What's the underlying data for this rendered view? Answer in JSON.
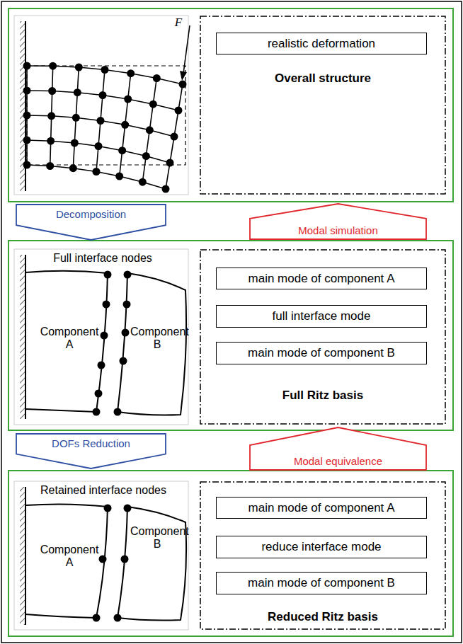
{
  "diagram": {
    "nodes": [
      {
        "text": [
          "Overall structure"
        ]
      },
      {
        "text": [
          "realistic deformation"
        ],
        "in": 0
      },
      {
        "text": [
          "Decomposition"
        ]
      },
      {
        "text": [
          "Modal simulation"
        ]
      },
      {
        "text": [
          "Full Ritz basis"
        ]
      },
      {
        "text": [
          "main mode of component A"
        ],
        "in": 4
      },
      {
        "text": [
          "full interface mode"
        ],
        "in": 4
      },
      {
        "text": [
          "main mode of component B"
        ],
        "in": 4
      },
      {
        "text": [
          "DOFs Reduction"
        ]
      },
      {
        "text": [
          "Modal equivalence"
        ]
      },
      {
        "text": [
          "Reduced Ritz basis"
        ]
      },
      {
        "text": [
          "main mode of component A"
        ],
        "in": 10
      },
      {
        "text": [
          "reduce interface mode"
        ],
        "in": 10
      },
      {
        "text": [
          "main mode of component B"
        ],
        "in": 10
      }
    ],
    "labels": [
      "F",
      "Full interface nodes",
      "Component A",
      "Component B",
      "Retained interface nodes",
      "Component A",
      "Component B"
    ]
  }
}
